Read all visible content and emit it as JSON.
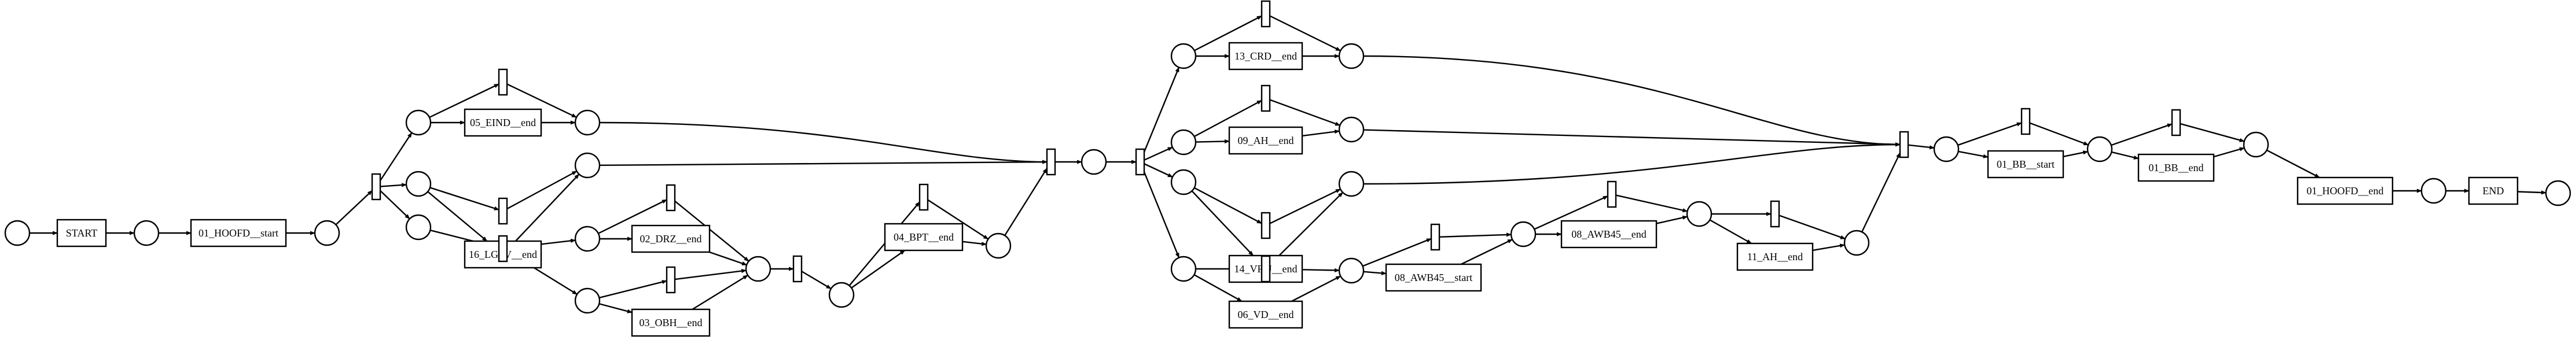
{
  "colors": {
    "start_place": "#00ff00",
    "end_place": "#ff0000",
    "stroke": "#000000",
    "fill": "#ffffff"
  },
  "labels": {
    "START": "START",
    "HOOFD_start": "01_HOOFD__start",
    "EIND_end": "05_EIND__end",
    "LGSV_end": "16_LGSV__end",
    "DRZ_end": "02_DRZ__end",
    "OBH_end": "03_OBH__end",
    "BPT_end": "04_BPT__end",
    "CRD_end": "13_CRD__end",
    "AH09_end": "09_AH__end",
    "VRIJ_end": "14_VRIJ__end",
    "VD_end": "06_VD__end",
    "AWB45_start": "08_AWB45__start",
    "AWB45_end": "08_AWB45__end",
    "AH11_end": "11_AH__end",
    "BB_start": "01_BB__start",
    "BB_end": "01_BB__end",
    "HOOFD_end": "01_HOOFD__end",
    "END": "END"
  }
}
